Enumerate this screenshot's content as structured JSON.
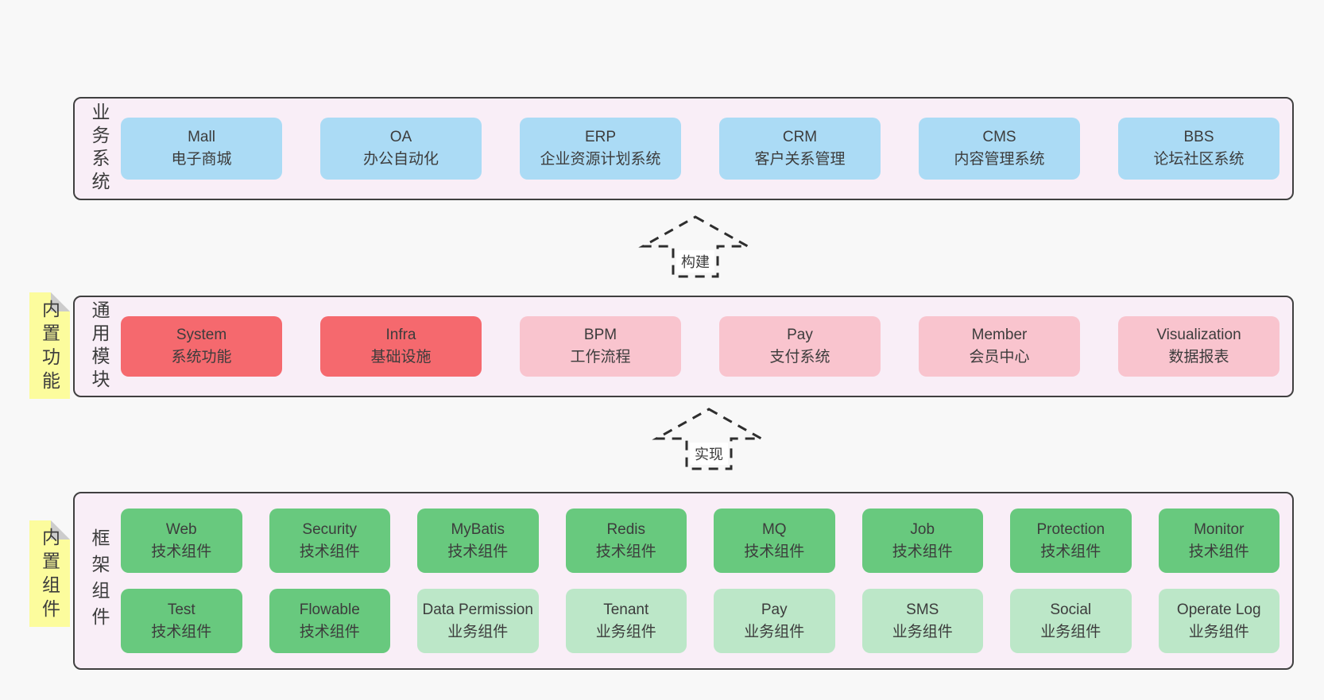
{
  "colors": {
    "page_bg": "#f8f8f8",
    "panel_bg": "#f9eef7",
    "panel_border": "#404040",
    "text": "#3c3c3c",
    "note_bg": "#fcfc9d",
    "note_fold": "#cccccc",
    "box_blue": "#abdbf5",
    "box_red": "#f5696e",
    "box_pink": "#f9c4ce",
    "box_green": "#68c97e",
    "box_lightgreen": "#bce7c8"
  },
  "arrows": [
    {
      "id": "build",
      "label": "构建"
    },
    {
      "id": "implement",
      "label": "实现"
    }
  ],
  "panels": [
    {
      "id": "business-systems",
      "side_label": "业务系统",
      "note": null,
      "columns": 6,
      "rows": [
        [
          {
            "name": "Mall",
            "desc": "电子商城",
            "color": "blue"
          },
          {
            "name": "OA",
            "desc": "办公自动化",
            "color": "blue"
          },
          {
            "name": "ERP",
            "desc": "企业资源计划系统",
            "color": "blue"
          },
          {
            "name": "CRM",
            "desc": "客户关系管理",
            "color": "blue"
          },
          {
            "name": "CMS",
            "desc": "内容管理系统",
            "color": "blue"
          },
          {
            "name": "BBS",
            "desc": "论坛社区系统",
            "color": "blue"
          }
        ]
      ]
    },
    {
      "id": "common-modules",
      "side_label": "通用模块",
      "note": "内置功能",
      "columns": 6,
      "rows": [
        [
          {
            "name": "System",
            "desc": "系统功能",
            "color": "red"
          },
          {
            "name": "Infra",
            "desc": "基础设施",
            "color": "red"
          },
          {
            "name": "BPM",
            "desc": "工作流程",
            "color": "pink"
          },
          {
            "name": "Pay",
            "desc": "支付系统",
            "color": "pink"
          },
          {
            "name": "Member",
            "desc": "会员中心",
            "color": "pink"
          },
          {
            "name": "Visualization",
            "desc": "数据报表",
            "color": "pink"
          }
        ]
      ]
    },
    {
      "id": "framework-components",
      "side_label": "框架组件",
      "note": "内置组件",
      "columns": 8,
      "rows": [
        [
          {
            "name": "Web",
            "desc": "技术组件",
            "color": "green"
          },
          {
            "name": "Security",
            "desc": "技术组件",
            "color": "green"
          },
          {
            "name": "MyBatis",
            "desc": "技术组件",
            "color": "green"
          },
          {
            "name": "Redis",
            "desc": "技术组件",
            "color": "green"
          },
          {
            "name": "MQ",
            "desc": "技术组件",
            "color": "green"
          },
          {
            "name": "Job",
            "desc": "技术组件",
            "color": "green"
          },
          {
            "name": "Protection",
            "desc": "技术组件",
            "color": "green"
          },
          {
            "name": "Monitor",
            "desc": "技术组件",
            "color": "green"
          }
        ],
        [
          {
            "name": "Test",
            "desc": "技术组件",
            "color": "green"
          },
          {
            "name": "Flowable",
            "desc": "技术组件",
            "color": "green"
          },
          {
            "name": "Data Permission",
            "desc": "业务组件",
            "color": "lightgreen"
          },
          {
            "name": "Tenant",
            "desc": "业务组件",
            "color": "lightgreen"
          },
          {
            "name": "Pay",
            "desc": "业务组件",
            "color": "lightgreen"
          },
          {
            "name": "SMS",
            "desc": "业务组件",
            "color": "lightgreen"
          },
          {
            "name": "Social",
            "desc": "业务组件",
            "color": "lightgreen"
          },
          {
            "name": "Operate Log",
            "desc": "业务组件",
            "color": "lightgreen"
          }
        ]
      ]
    }
  ]
}
